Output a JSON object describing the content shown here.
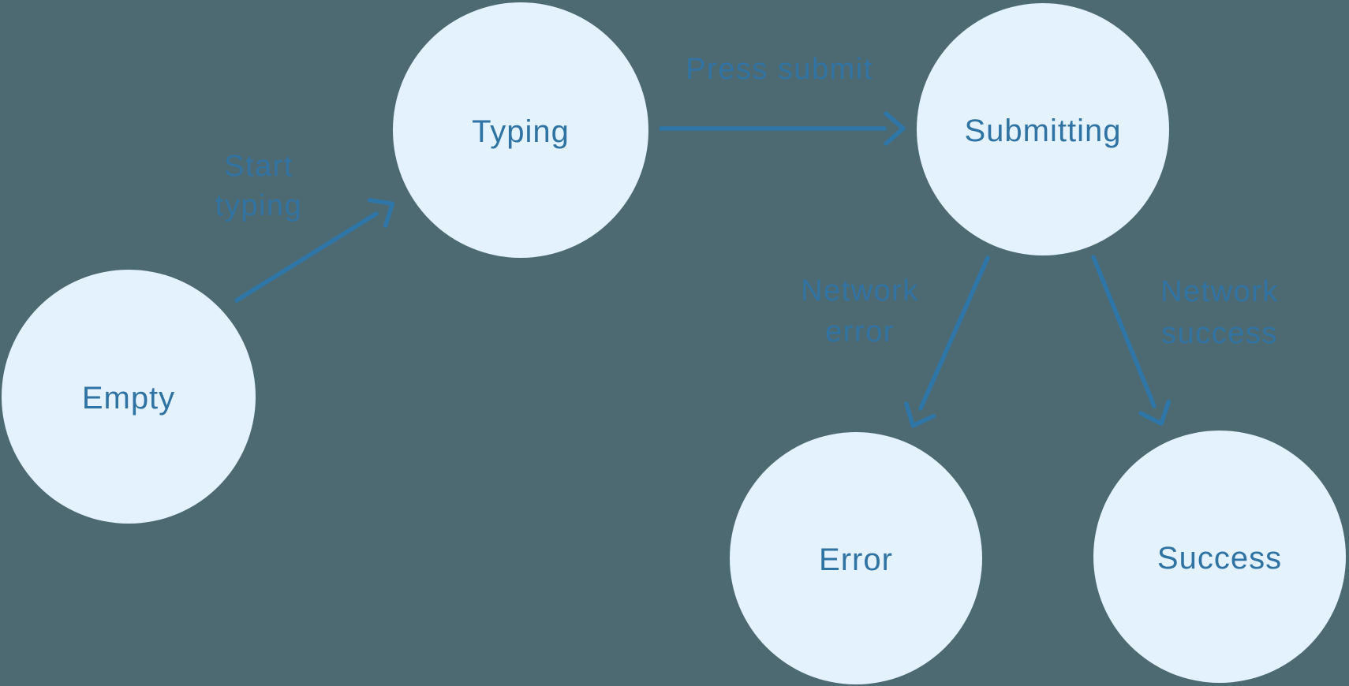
{
  "diagram": {
    "type": "state-machine",
    "nodes": [
      {
        "id": "empty",
        "label": "Empty"
      },
      {
        "id": "typing",
        "label": "Typing"
      },
      {
        "id": "submitting",
        "label": "Submitting"
      },
      {
        "id": "error",
        "label": "Error"
      },
      {
        "id": "success",
        "label": "Success"
      }
    ],
    "edges": [
      {
        "from": "Empty",
        "to": "Typing",
        "label": "Start typing",
        "label_lines": [
          "Start",
          "typing"
        ]
      },
      {
        "from": "Typing",
        "to": "Submitting",
        "label": "Press submit",
        "label_lines": [
          "Press submit"
        ]
      },
      {
        "from": "Submitting",
        "to": "Error",
        "label": "Network error",
        "label_lines": [
          "Network",
          "error"
        ]
      },
      {
        "from": "Submitting",
        "to": "Success",
        "label": "Network success",
        "label_lines": [
          "Network",
          "success"
        ]
      }
    ],
    "colors": {
      "background": "#4D6A73",
      "node_fill": "#E3F2FD",
      "node_text": "#2E73A4",
      "arrow": "#2F76A8",
      "edge_label": "#2F74A6"
    }
  }
}
